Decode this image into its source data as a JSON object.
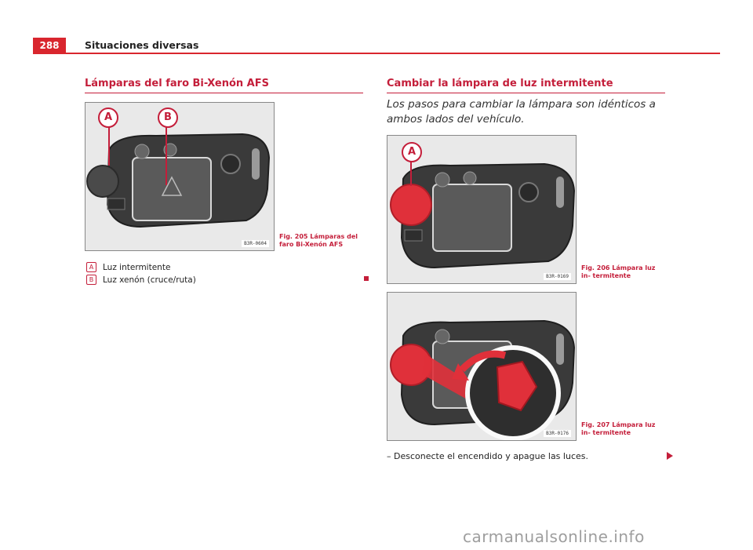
{
  "header": {
    "page_number": "288",
    "title": "Situaciones diversas"
  },
  "left": {
    "section_title": "Lámparas del faro Bi-Xenón AFS",
    "figure": {
      "code": "B3R-0604",
      "caption": "Fig. 205  Lámparas del faro Bi-Xenón AFS",
      "label_a": "A",
      "label_b": "B"
    },
    "legend": [
      {
        "key": "A",
        "text": "Luz intermitente"
      },
      {
        "key": "B",
        "text": "Luz xenón (cruce/ruta)"
      }
    ]
  },
  "right": {
    "section_title": "Cambiar la lámpara de luz intermitente",
    "intro": "Los pasos para cambiar la lámpara son idénticos a ambos lados del vehículo.",
    "figure1": {
      "code": "B3R-0169",
      "caption": "Fig. 206  Lámpara luz in- termitente",
      "label_a": "A"
    },
    "figure2": {
      "code": "B3R-0176",
      "caption": "Fig. 207  Lámpara luz in- termitente"
    },
    "step": "–  Desconecte el encendido y apague las luces."
  },
  "watermark": "carmanualsonline.info",
  "colors": {
    "accent": "#c41e3a",
    "header_red": "#d9262e",
    "lamp_red": "#e0303a"
  }
}
